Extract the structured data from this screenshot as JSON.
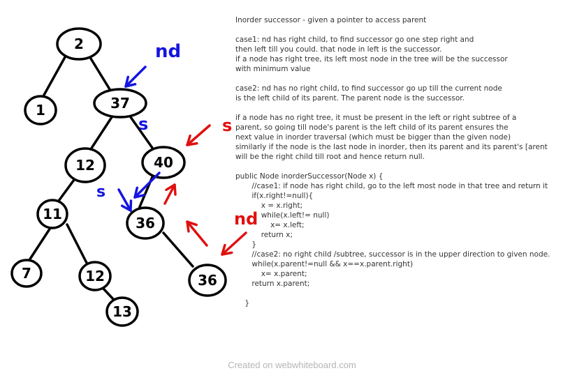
{
  "colors": {
    "ink": "#000000",
    "blue": "#1515e0",
    "red": "#e01010",
    "text": "#333333",
    "footer": "#b5b5b5"
  },
  "tree": {
    "nodes": [
      {
        "id": "n2",
        "label": "2"
      },
      {
        "id": "n1",
        "label": "1"
      },
      {
        "id": "n37",
        "label": "37"
      },
      {
        "id": "n12a",
        "label": "12"
      },
      {
        "id": "n40",
        "label": "40"
      },
      {
        "id": "n11",
        "label": "11"
      },
      {
        "id": "n36a",
        "label": "36"
      },
      {
        "id": "n7",
        "label": "7"
      },
      {
        "id": "n12b",
        "label": "12"
      },
      {
        "id": "n36b",
        "label": "36"
      },
      {
        "id": "n13",
        "label": "13"
      }
    ],
    "annotations": [
      {
        "id": "nd-blue",
        "text": "nd",
        "color": "blue"
      },
      {
        "id": "s-blue-top",
        "text": "s",
        "color": "blue"
      },
      {
        "id": "s-blue-left",
        "text": "s",
        "color": "blue"
      },
      {
        "id": "s-red",
        "text": "s",
        "color": "red"
      },
      {
        "id": "nd-red",
        "text": "nd",
        "color": "red"
      }
    ]
  },
  "explanation": {
    "lines": [
      "Inorder successor - given a pointer to access parent",
      "",
      "case1: nd has right child, to find successor go one step right and",
      "then left till you could. that node in left is the successor.",
      "if a node has right tree, its left most node in the tree will be the successor",
      "with minimum value",
      "",
      "case2: nd has no right child, to find successor go up till the current node",
      "is the left child of its parent. The parent node is the successor.",
      "",
      "if a node has no right tree, it must be present in the left or right subtree of a",
      "parent, so going till node's parent is the left child of its parent ensures the",
      "next value in inorder traversal (which must be bigger than the given node)",
      "similarly if the node is the last node in inorder, then its parent and its parent's [arent",
      "will be the right child till root and hence return null.",
      "",
      "public Node inorderSuccessor(Node x) {",
      "       //case1: if node has right child, go to the left most node in that tree and return it",
      "       if(x.right!=null){",
      "           x = x.right;",
      "           while(x.left!= null)",
      "               x= x.left;",
      "           return x;",
      "       }",
      "       //case2: no right child /subtree, successor is in the upper direction to given node.",
      "       while(x.parent!=null && x==x.parent.right)",
      "           x= x.parent;",
      "       return x.parent;",
      "",
      "    }"
    ]
  },
  "footer": {
    "text": "Created on webwhiteboard.com"
  }
}
